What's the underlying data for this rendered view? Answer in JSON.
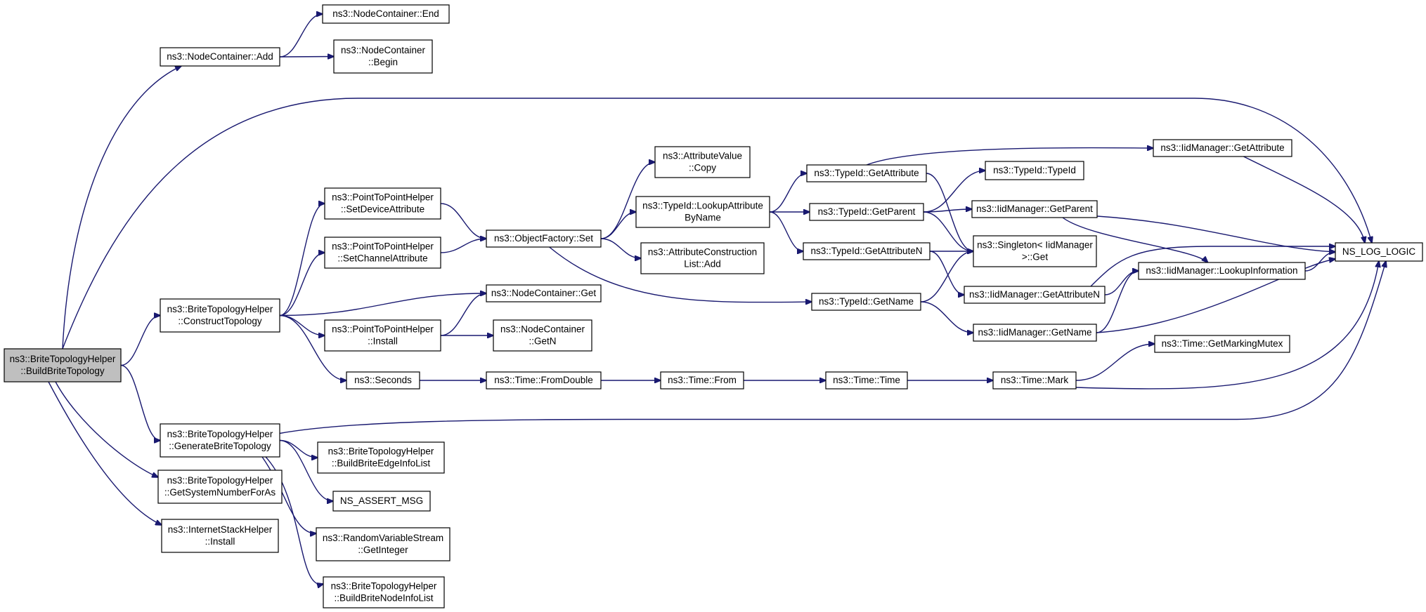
{
  "nodes": [
    {
      "id": "root",
      "lines": [
        "ns3::BriteTopologyHelper",
        "::BuildBriteTopology"
      ],
      "highlight": true
    },
    {
      "id": "nc_add",
      "lines": [
        "ns3::NodeContainer::Add"
      ]
    },
    {
      "id": "nc_end",
      "lines": [
        "ns3::NodeContainer::End"
      ]
    },
    {
      "id": "nc_begin",
      "lines": [
        "ns3::NodeContainer",
        "::Begin"
      ]
    },
    {
      "id": "construct",
      "lines": [
        "ns3::BriteTopologyHelper",
        "::ConstructTopology"
      ]
    },
    {
      "id": "p2p_dev",
      "lines": [
        "ns3::PointToPointHelper",
        "::SetDeviceAttribute"
      ]
    },
    {
      "id": "p2p_chan",
      "lines": [
        "ns3::PointToPointHelper",
        "::SetChannelAttribute"
      ]
    },
    {
      "id": "p2p_install",
      "lines": [
        "ns3::PointToPointHelper",
        "::Install"
      ]
    },
    {
      "id": "seconds",
      "lines": [
        "ns3::Seconds"
      ]
    },
    {
      "id": "of_set",
      "lines": [
        "ns3::ObjectFactory::Set"
      ]
    },
    {
      "id": "nc_get",
      "lines": [
        "ns3::NodeContainer::Get"
      ]
    },
    {
      "id": "nc_getn",
      "lines": [
        "ns3::NodeContainer",
        "::GetN"
      ]
    },
    {
      "id": "time_fromdouble",
      "lines": [
        "ns3::Time::FromDouble"
      ]
    },
    {
      "id": "av_copy",
      "lines": [
        "ns3::AttributeValue",
        "::Copy"
      ]
    },
    {
      "id": "tid_lookup",
      "lines": [
        "ns3::TypeId::LookupAttribute",
        "ByName"
      ]
    },
    {
      "id": "acl_add",
      "lines": [
        "ns3::AttributeConstruction",
        "List::Add"
      ]
    },
    {
      "id": "time_from",
      "lines": [
        "ns3::Time::From"
      ]
    },
    {
      "id": "tid_getattr",
      "lines": [
        "ns3::TypeId::GetAttribute"
      ]
    },
    {
      "id": "tid_getparent",
      "lines": [
        "ns3::TypeId::GetParent"
      ]
    },
    {
      "id": "tid_getattrn",
      "lines": [
        "ns3::TypeId::GetAttributeN"
      ]
    },
    {
      "id": "tid_getname",
      "lines": [
        "ns3::TypeId::GetName"
      ]
    },
    {
      "id": "time_time",
      "lines": [
        "ns3::Time::Time"
      ]
    },
    {
      "id": "tid_typeid",
      "lines": [
        "ns3::TypeId::TypeId"
      ]
    },
    {
      "id": "singleton_get",
      "lines": [
        "ns3::Singleton< IidManager",
        ">::Get"
      ]
    },
    {
      "id": "iid_getparent",
      "lines": [
        "ns3::IidManager::GetParent"
      ]
    },
    {
      "id": "iid_getattrn",
      "lines": [
        "ns3::IidManager::GetAttributeN"
      ]
    },
    {
      "id": "iid_getname",
      "lines": [
        "ns3::IidManager::GetName"
      ]
    },
    {
      "id": "time_mark",
      "lines": [
        "ns3::Time::Mark"
      ]
    },
    {
      "id": "iid_getattr",
      "lines": [
        "ns3::IidManager::GetAttribute"
      ]
    },
    {
      "id": "iid_lookupinfo",
      "lines": [
        "ns3::IidManager::LookupInformation"
      ]
    },
    {
      "id": "time_getmarkingmutex",
      "lines": [
        "ns3::Time::GetMarkingMutex"
      ]
    },
    {
      "id": "ns_log_logic",
      "lines": [
        "NS_LOG_LOGIC"
      ]
    },
    {
      "id": "generate",
      "lines": [
        "ns3::BriteTopologyHelper",
        "::GenerateBriteTopology"
      ]
    },
    {
      "id": "build_edge",
      "lines": [
        "ns3::BriteTopologyHelper",
        "::BuildBriteEdgeInfoList"
      ]
    },
    {
      "id": "ns_assert",
      "lines": [
        "NS_ASSERT_MSG"
      ]
    },
    {
      "id": "rvs_getint",
      "lines": [
        "ns3::RandomVariableStream",
        "::GetInteger"
      ]
    },
    {
      "id": "build_node",
      "lines": [
        "ns3::BriteTopologyHelper",
        "::BuildBriteNodeInfoList"
      ]
    },
    {
      "id": "sysnum",
      "lines": [
        "ns3::BriteTopologyHelper",
        "::GetSystemNumberForAs"
      ]
    },
    {
      "id": "ish_install",
      "lines": [
        "ns3::InternetStackHelper",
        "::Install"
      ]
    }
  ],
  "edges": [
    {
      "from": "root",
      "to": "nc_add"
    },
    {
      "from": "root",
      "to": "ns_log_logic"
    },
    {
      "from": "root",
      "to": "construct"
    },
    {
      "from": "root",
      "to": "generate"
    },
    {
      "from": "root",
      "to": "sysnum"
    },
    {
      "from": "root",
      "to": "ish_install"
    },
    {
      "from": "nc_add",
      "to": "nc_end"
    },
    {
      "from": "nc_add",
      "to": "nc_begin"
    },
    {
      "from": "construct",
      "to": "p2p_dev"
    },
    {
      "from": "construct",
      "to": "p2p_chan"
    },
    {
      "from": "construct",
      "to": "nc_get"
    },
    {
      "from": "construct",
      "to": "p2p_install"
    },
    {
      "from": "construct",
      "to": "seconds"
    },
    {
      "from": "p2p_dev",
      "to": "of_set"
    },
    {
      "from": "p2p_chan",
      "to": "of_set"
    },
    {
      "from": "p2p_install",
      "to": "nc_get"
    },
    {
      "from": "p2p_install",
      "to": "nc_getn"
    },
    {
      "from": "of_set",
      "to": "av_copy"
    },
    {
      "from": "of_set",
      "to": "tid_lookup"
    },
    {
      "from": "of_set",
      "to": "acl_add"
    },
    {
      "from": "of_set",
      "to": "tid_getname"
    },
    {
      "from": "tid_lookup",
      "to": "tid_getattr"
    },
    {
      "from": "tid_lookup",
      "to": "tid_getparent"
    },
    {
      "from": "tid_lookup",
      "to": "tid_getattrn"
    },
    {
      "from": "tid_getattr",
      "to": "iid_getattr"
    },
    {
      "from": "tid_getattr",
      "to": "singleton_get"
    },
    {
      "from": "tid_getparent",
      "to": "tid_typeid"
    },
    {
      "from": "tid_getparent",
      "to": "singleton_get"
    },
    {
      "from": "tid_getparent",
      "to": "iid_getparent"
    },
    {
      "from": "tid_getattrn",
      "to": "singleton_get"
    },
    {
      "from": "tid_getattrn",
      "to": "iid_getattrn"
    },
    {
      "from": "tid_getname",
      "to": "singleton_get"
    },
    {
      "from": "tid_getname",
      "to": "iid_getname"
    },
    {
      "from": "iid_getattr",
      "to": "ns_log_logic"
    },
    {
      "from": "iid_getparent",
      "to": "ns_log_logic"
    },
    {
      "from": "iid_getparent",
      "to": "iid_lookupinfo"
    },
    {
      "from": "iid_getattrn",
      "to": "ns_log_logic"
    },
    {
      "from": "iid_getattrn",
      "to": "iid_lookupinfo"
    },
    {
      "from": "iid_getname",
      "to": "iid_lookupinfo"
    },
    {
      "from": "iid_getname",
      "to": "ns_log_logic"
    },
    {
      "from": "iid_lookupinfo",
      "to": "ns_log_logic"
    },
    {
      "from": "seconds",
      "to": "time_fromdouble"
    },
    {
      "from": "time_fromdouble",
      "to": "time_from"
    },
    {
      "from": "time_from",
      "to": "time_time"
    },
    {
      "from": "time_time",
      "to": "time_mark"
    },
    {
      "from": "time_mark",
      "to": "time_getmarkingmutex"
    },
    {
      "from": "time_mark",
      "to": "ns_log_logic"
    },
    {
      "from": "generate",
      "to": "ns_log_logic"
    },
    {
      "from": "generate",
      "to": "build_edge"
    },
    {
      "from": "generate",
      "to": "ns_assert"
    },
    {
      "from": "generate",
      "to": "rvs_getint"
    },
    {
      "from": "generate",
      "to": "build_node"
    }
  ],
  "colors": {
    "edge": "#191970",
    "node_border": "#000000",
    "node_fill": "#ffffff",
    "highlight_fill": "#bfbfbf"
  }
}
